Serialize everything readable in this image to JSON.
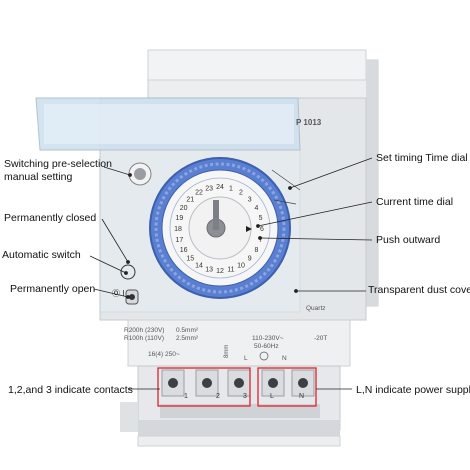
{
  "device": {
    "model_partial": "P 1013",
    "brand_mark": "Quartz",
    "spec_left_1": "R200h (230V)",
    "spec_left_2": "R100h (110V)",
    "spec_wire_1": "0.5mm²",
    "spec_wire_2": "2.5mm²",
    "rating": "16(4) 250~",
    "supply_1": "110-230V~",
    "supply_2": "50-60Hz",
    "temp": "-20T",
    "strip_len": "8mm",
    "terminal_1": "1",
    "terminal_2": "2",
    "terminal_3": "3",
    "terminal_l": "L",
    "terminal_n": "N",
    "bottom_l": "L",
    "bottom_n": "N",
    "switch_marks": "Ⓞ I",
    "dial_numbers": [
      "24",
      "1",
      "2",
      "3",
      "4",
      "5",
      "6",
      "7",
      "8",
      "9",
      "10",
      "11",
      "12",
      "13",
      "14",
      "15",
      "16",
      "17",
      "18",
      "19",
      "20",
      "21",
      "22",
      "23"
    ]
  },
  "callouts": {
    "switching_preselection_1": "Switching pre-selection",
    "switching_preselection_2": "manual setting",
    "permanently_closed": "Permanently closed",
    "automatic_switch": "Automatic switch",
    "permanently_open": "Permanently open",
    "contacts": "1,2,and 3 indicate contacts",
    "set_timing": "Set timing Time dial",
    "current_time": "Current time dial",
    "push_outward": "Push outward",
    "dust_cover": "Transparent dust cover",
    "power_supply": "L,N indicate power supply"
  },
  "colors": {
    "body": "#e9ecef",
    "cover": "#d7e6f2",
    "dial_ring": "#4f74c9",
    "dial_face": "#f6f6f6",
    "contact_box": "#d9262b"
  }
}
